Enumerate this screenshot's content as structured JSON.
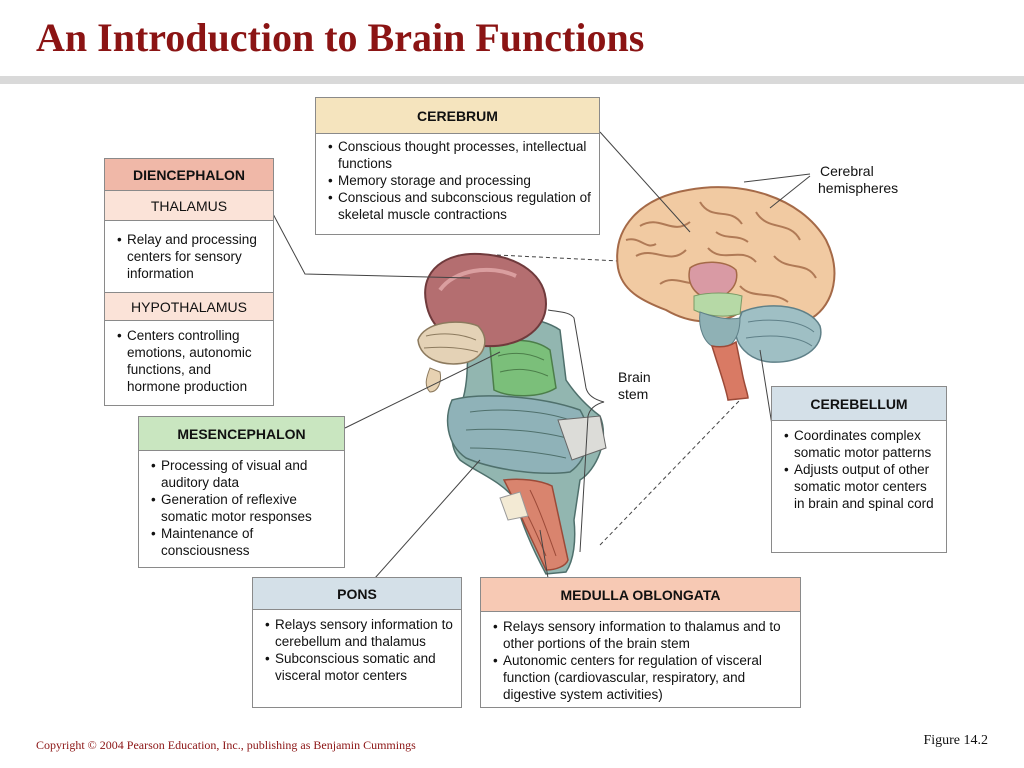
{
  "slide": {
    "title": "An Introduction to Brain Functions",
    "footer": "Copyright © 2004 Pearson Education, Inc., publishing as Benjamin Cummings",
    "figure": "Figure 14.2"
  },
  "labels": {
    "cerebral_hemispheres": [
      "Cerebral",
      "hemispheres"
    ],
    "brain_stem": [
      "Brain",
      "stem"
    ]
  },
  "cerebrum": {
    "title": "CEREBRUM",
    "items": [
      "Conscious thought processes, intellectual functions",
      "Memory storage and processing",
      "Conscious and subconscious regulation of skeletal muscle contractions"
    ]
  },
  "diencephalon": {
    "title": "DIENCEPHALON",
    "thalamus": {
      "title": "THALAMUS",
      "items": [
        "Relay and processing centers for sensory information"
      ]
    },
    "hypothalamus": {
      "title": "HYPOTHALAMUS",
      "items": [
        "Centers controlling emotions, autonomic functions, and hormone production"
      ]
    }
  },
  "mesencephalon": {
    "title": "MESENCEPHALON",
    "items": [
      "Processing of visual and auditory data",
      "Generation of reflexive somatic motor responses",
      "Maintenance of consciousness"
    ]
  },
  "cerebellum": {
    "title": "CEREBELLUM",
    "items": [
      "Coordinates complex somatic motor patterns",
      "Adjusts output of other somatic motor centers in brain and spinal cord"
    ]
  },
  "pons": {
    "title": "PONS",
    "items": [
      "Relays sensory information to cerebellum and thalamus",
      "Subconscious somatic and visceral motor centers"
    ]
  },
  "medulla": {
    "title": "MEDULLA OBLONGATA",
    "items": [
      "Relays sensory information to thalamus and to other portions of the brain stem",
      "Autonomic centers for regulation of visceral function (cardiovascular, respiratory, and digestive system activities)"
    ]
  },
  "colors": {
    "title": "#8b1414",
    "cerebrum_header": "#f5e4be",
    "diencephalon_header": "#f0b8a8",
    "thalamus_header": "#fbe3d8",
    "mesencephalon_header": "#c9e6c0",
    "cerebellum_header": "#d4e0e8",
    "pons_header": "#d4e0e8",
    "medulla_header": "#f7c9b4"
  }
}
